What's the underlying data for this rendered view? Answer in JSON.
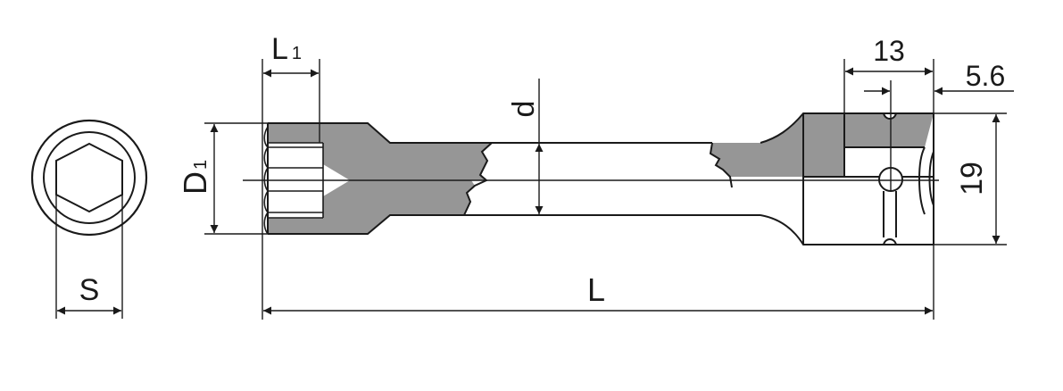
{
  "dimensions": {
    "L": "L",
    "L1_main": "L",
    "L1_sub": "1",
    "D1_main": "D",
    "D1_sub": "1",
    "d": "d",
    "S": "S",
    "len_13": "13",
    "len_5_6": "5.6",
    "dia_19": "19"
  },
  "colors": {
    "section_fill": "#969696",
    "line": "#1a1a1a",
    "background": "#ffffff"
  },
  "icons": {
    "hex_end_view": "hexagon-in-circle",
    "section_view": "socket-extension-cross-section"
  }
}
